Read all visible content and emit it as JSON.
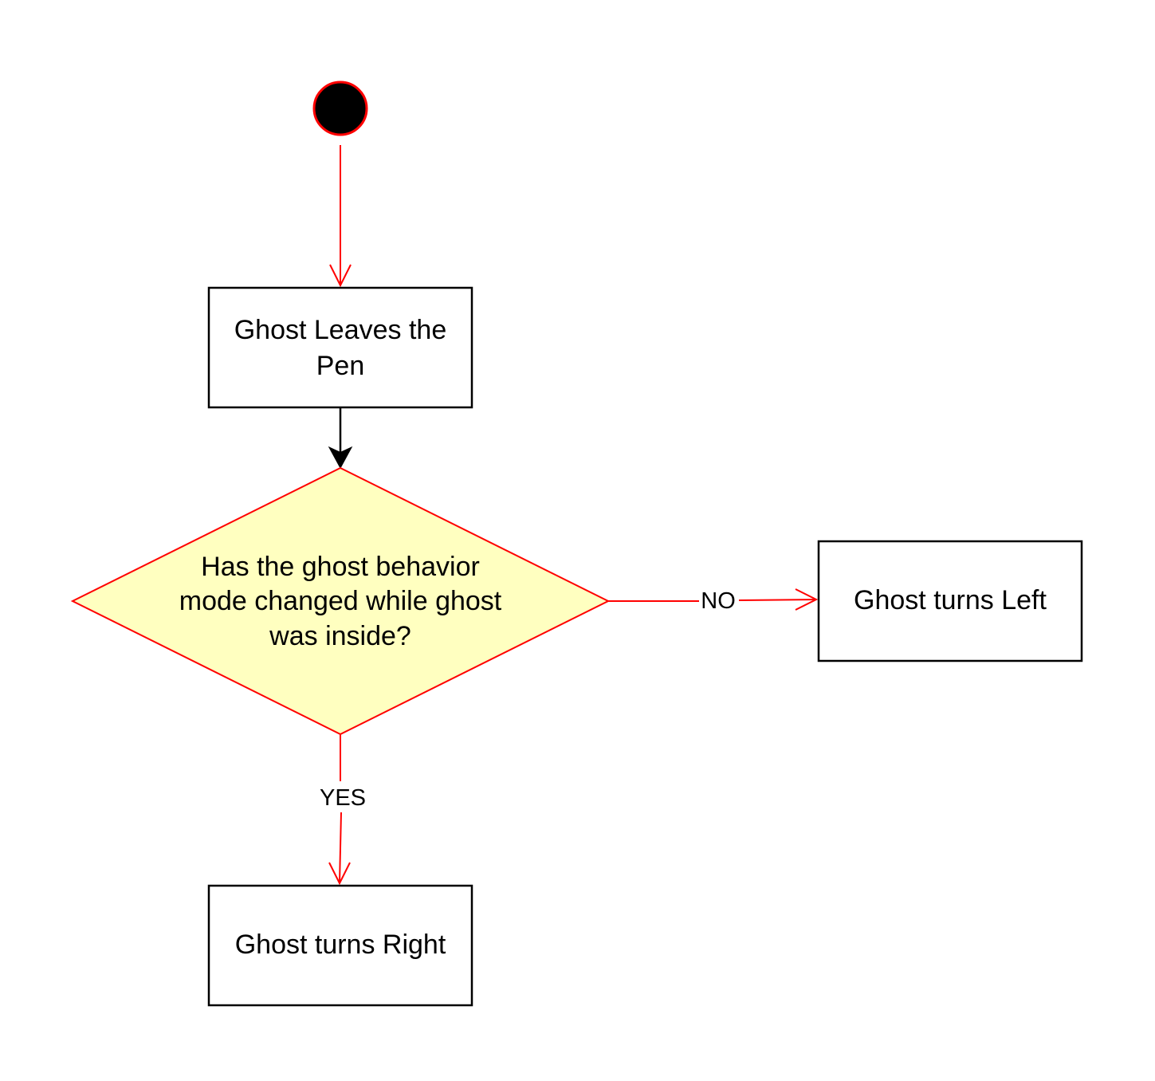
{
  "nodes": {
    "start": {
      "kind": "initial-state"
    },
    "leaves_pen": {
      "label_line1": "Ghost Leaves the",
      "label_line2": "Pen"
    },
    "decision": {
      "label_line1": "Has the ghost behavior",
      "label_line2": "mode changed while ghost",
      "label_line3": "was inside?"
    },
    "turns_left": {
      "label": "Ghost turns Left"
    },
    "turns_right": {
      "label": "Ghost turns Right"
    }
  },
  "edges": {
    "no_label": "NO",
    "yes_label": "YES"
  },
  "colors": {
    "edge_red": "#ff0000",
    "edge_black": "#000000",
    "decision_fill": "#ffffc0",
    "box_stroke": "#000000",
    "initial_fill": "#000000",
    "initial_stroke": "#ff0000"
  }
}
